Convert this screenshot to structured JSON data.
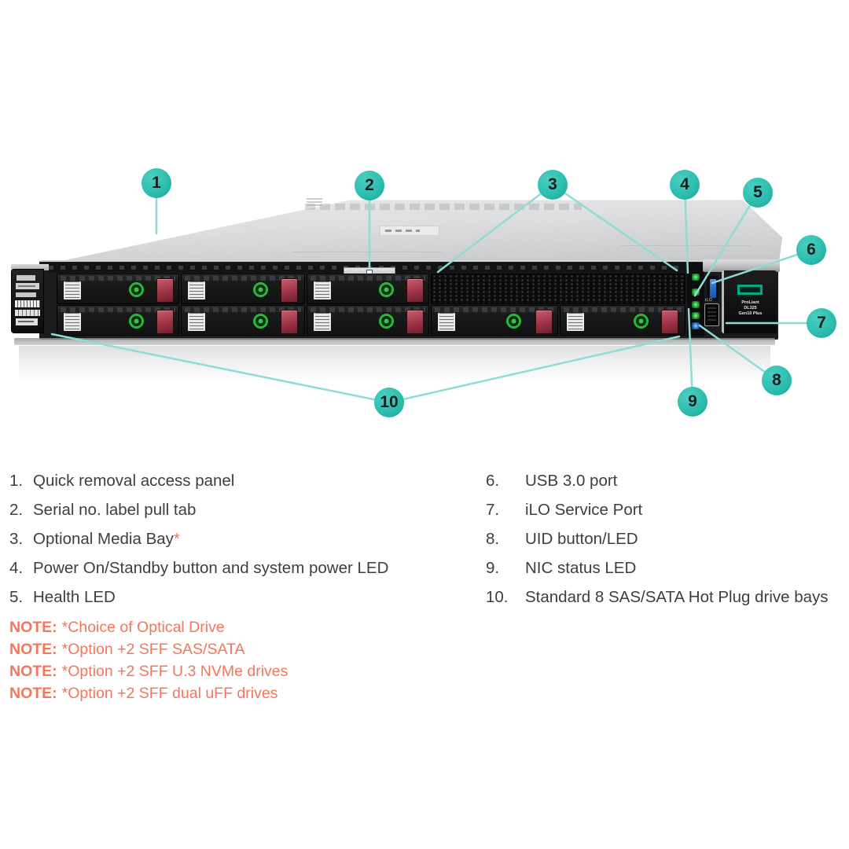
{
  "figure": {
    "callouts": [
      {
        "n": "1"
      },
      {
        "n": "2"
      },
      {
        "n": "3"
      },
      {
        "n": "4"
      },
      {
        "n": "5"
      },
      {
        "n": "6"
      },
      {
        "n": "7"
      },
      {
        "n": "8"
      },
      {
        "n": "9"
      },
      {
        "n": "10"
      }
    ],
    "server_label": {
      "brand": "ProLiant",
      "model": "DL325",
      "gen": "Gen10 Plus",
      "ilo": "iLO"
    }
  },
  "legend": {
    "left": [
      {
        "num": "1.",
        "text": "Quick removal access panel",
        "asterisk": ""
      },
      {
        "num": "2.",
        "text": "Serial no. label pull tab",
        "asterisk": ""
      },
      {
        "num": "3.",
        "text": "Optional Media Bay",
        "asterisk": "*"
      },
      {
        "num": "4.",
        "text": "Power On/Standby button and system power LED",
        "asterisk": ""
      },
      {
        "num": "5.",
        "text": "Health LED",
        "asterisk": ""
      }
    ],
    "right": [
      {
        "num": "6.",
        "text": "USB 3.0 port"
      },
      {
        "num": "7.",
        "text": "iLO Service Port"
      },
      {
        "num": "8.",
        "text": "UID button/LED"
      },
      {
        "num": "9.",
        "text": "NIC status LED"
      },
      {
        "num": "10.",
        "text": "Standard 8 SAS/SATA Hot Plug drive bays"
      }
    ]
  },
  "notes": [
    {
      "prefix": "NOTE:",
      "text": "*Choice of Optical Drive"
    },
    {
      "prefix": "NOTE:",
      "text": "*Option +2 SFF SAS/SATA"
    },
    {
      "prefix": "NOTE:",
      "text": "*Option +2 SFF U.3 NVMe drives"
    },
    {
      "prefix": "NOTE:",
      "text": "*Option +2 SFF dual uFF drives"
    }
  ],
  "colors": {
    "callout_teal": "#2bbcae",
    "leader_line_teal": "#8fdcd5",
    "note_orange": "#f4765b",
    "legend_text": "#3e3e3e",
    "hpe_green": "#01a982",
    "drive_button_green": "#2db43f",
    "drive_latch_maroon": "#9c3345",
    "uid_blue": "#2f80c9"
  }
}
